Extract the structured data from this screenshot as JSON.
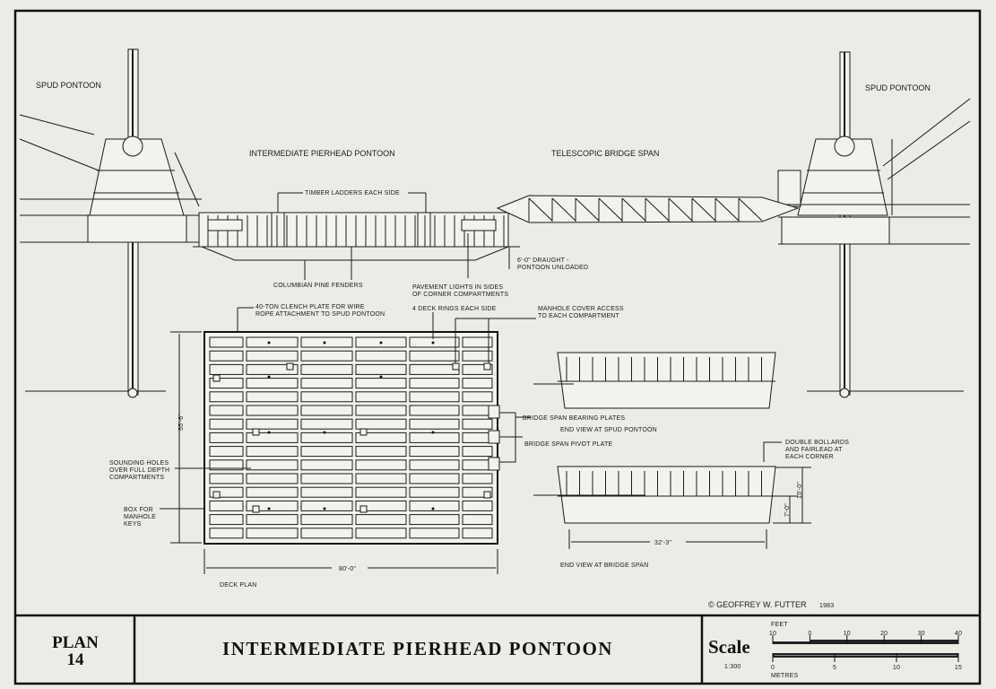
{
  "elevation": {
    "spud_left": "SPUD PONTOON",
    "spud_right": "SPUD PONTOON",
    "intermediate": "INTERMEDIATE PIERHEAD PONTOON",
    "bridge": "TELESCOPIC BRIDGE SPAN",
    "ladders": "TIMBER LADDERS EACH SIDE",
    "fenders": "COLUMBIAN PINE FENDERS",
    "draught_1": "6'-0\" DRAUGHT -",
    "draught_2": "PONTOON UNLOADED",
    "lights_1": "PAVEMENT LIGHTS IN SIDES",
    "lights_2": "OF CORNER COMPARTMENTS"
  },
  "deck_plan": {
    "clench_1": "40-TON CLENCH PLATE FOR WIRE",
    "clench_2": "ROPE ATTACHMENT TO SPUD PONTOON",
    "rings": "4 DECK RINGS EACH SIDE",
    "manhole_1": "MANHOLE COVER ACCESS",
    "manhole_2": "TO EACH COMPARTMENT",
    "sounding_1": "SOUNDING HOLES",
    "sounding_2": "OVER FULL DEPTH",
    "sounding_3": "COMPARTMENTS",
    "box_1": "BOX FOR",
    "box_2": "MANHOLE",
    "box_3": "KEYS",
    "bearing": "BRIDGE SPAN BEARING PLATES",
    "pivot": "BRIDGE SPAN PIVOT PLATE",
    "width_dim": "55'-6\"",
    "length_dim": "80'-0\"",
    "caption": "DECK PLAN"
  },
  "end_views": {
    "spud_caption": "END VIEW AT SPUD PONTOON",
    "bollards_1": "DOUBLE BOLLARDS",
    "bollards_2": "AND FAIRLEAD AT",
    "bollards_3": "EACH CORNER",
    "dim_draught": "7'-0\"",
    "dim_depth": "15'-0\"",
    "dim_width": "32'-3\"",
    "bridge_caption": "END VIEW AT BRIDGE SPAN"
  },
  "copyright": "© GEOFFREY W. FUTTER",
  "year": "1983",
  "title_block": {
    "plan_label": "PLAN",
    "plan_number": "14",
    "title": "INTERMEDIATE PIERHEAD PONTOON",
    "scale_label": "Scale",
    "scale_ratio": "1:300",
    "feet_label": "FEET",
    "feet_ticks": [
      "10",
      "0",
      "10",
      "20",
      "30",
      "40"
    ],
    "metres_label": "METRES",
    "metres_ticks": [
      "0",
      "5",
      "10",
      "15"
    ]
  }
}
